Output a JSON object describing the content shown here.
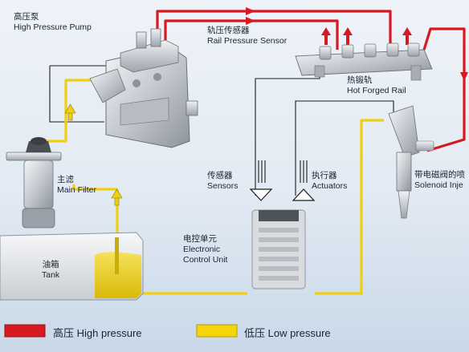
{
  "labels": {
    "pump": {
      "zh": "高压泵",
      "en": "High Pressure Pump"
    },
    "rail_sensor": {
      "zh": "轨压传感器",
      "en": "Rail Pressure Sensor"
    },
    "forged_rail": {
      "zh": "热锻轨",
      "en": "Hot Forged Rail"
    },
    "main_filter": {
      "zh": "主滤",
      "en": "Main Filter"
    },
    "sensors": {
      "zh": "传感器",
      "en": "Sensors"
    },
    "actuators": {
      "zh": "执行器",
      "en": "Actuators"
    },
    "solenoid_injector": {
      "zh": "带电磁阀的喷",
      "en": "Solenoid Inje"
    },
    "ecu": {
      "zh": "电控单元",
      "en1": "Electronic",
      "en2": "Control Unit"
    },
    "tank": {
      "zh": "油箱",
      "en": "Tank"
    }
  },
  "legend": {
    "high": {
      "label": "高压 High pressure",
      "color": "#d71920"
    },
    "low": {
      "label": "低压 Low pressure",
      "color": "#f4d40b"
    }
  },
  "colors": {
    "high_pressure": "#d71920",
    "low_pressure": "#f0cf12",
    "signal_line": "#1d1d1d",
    "component_metal": "#c9ccd1",
    "ecu_body": "#d9dcdf"
  },
  "icons": [
    "flow-arrow-up-icon",
    "flow-arrow-right-icon",
    "flow-arrow-down-icon",
    "signal-triangle-down-icon",
    "signal-triangle-up-icon"
  ]
}
